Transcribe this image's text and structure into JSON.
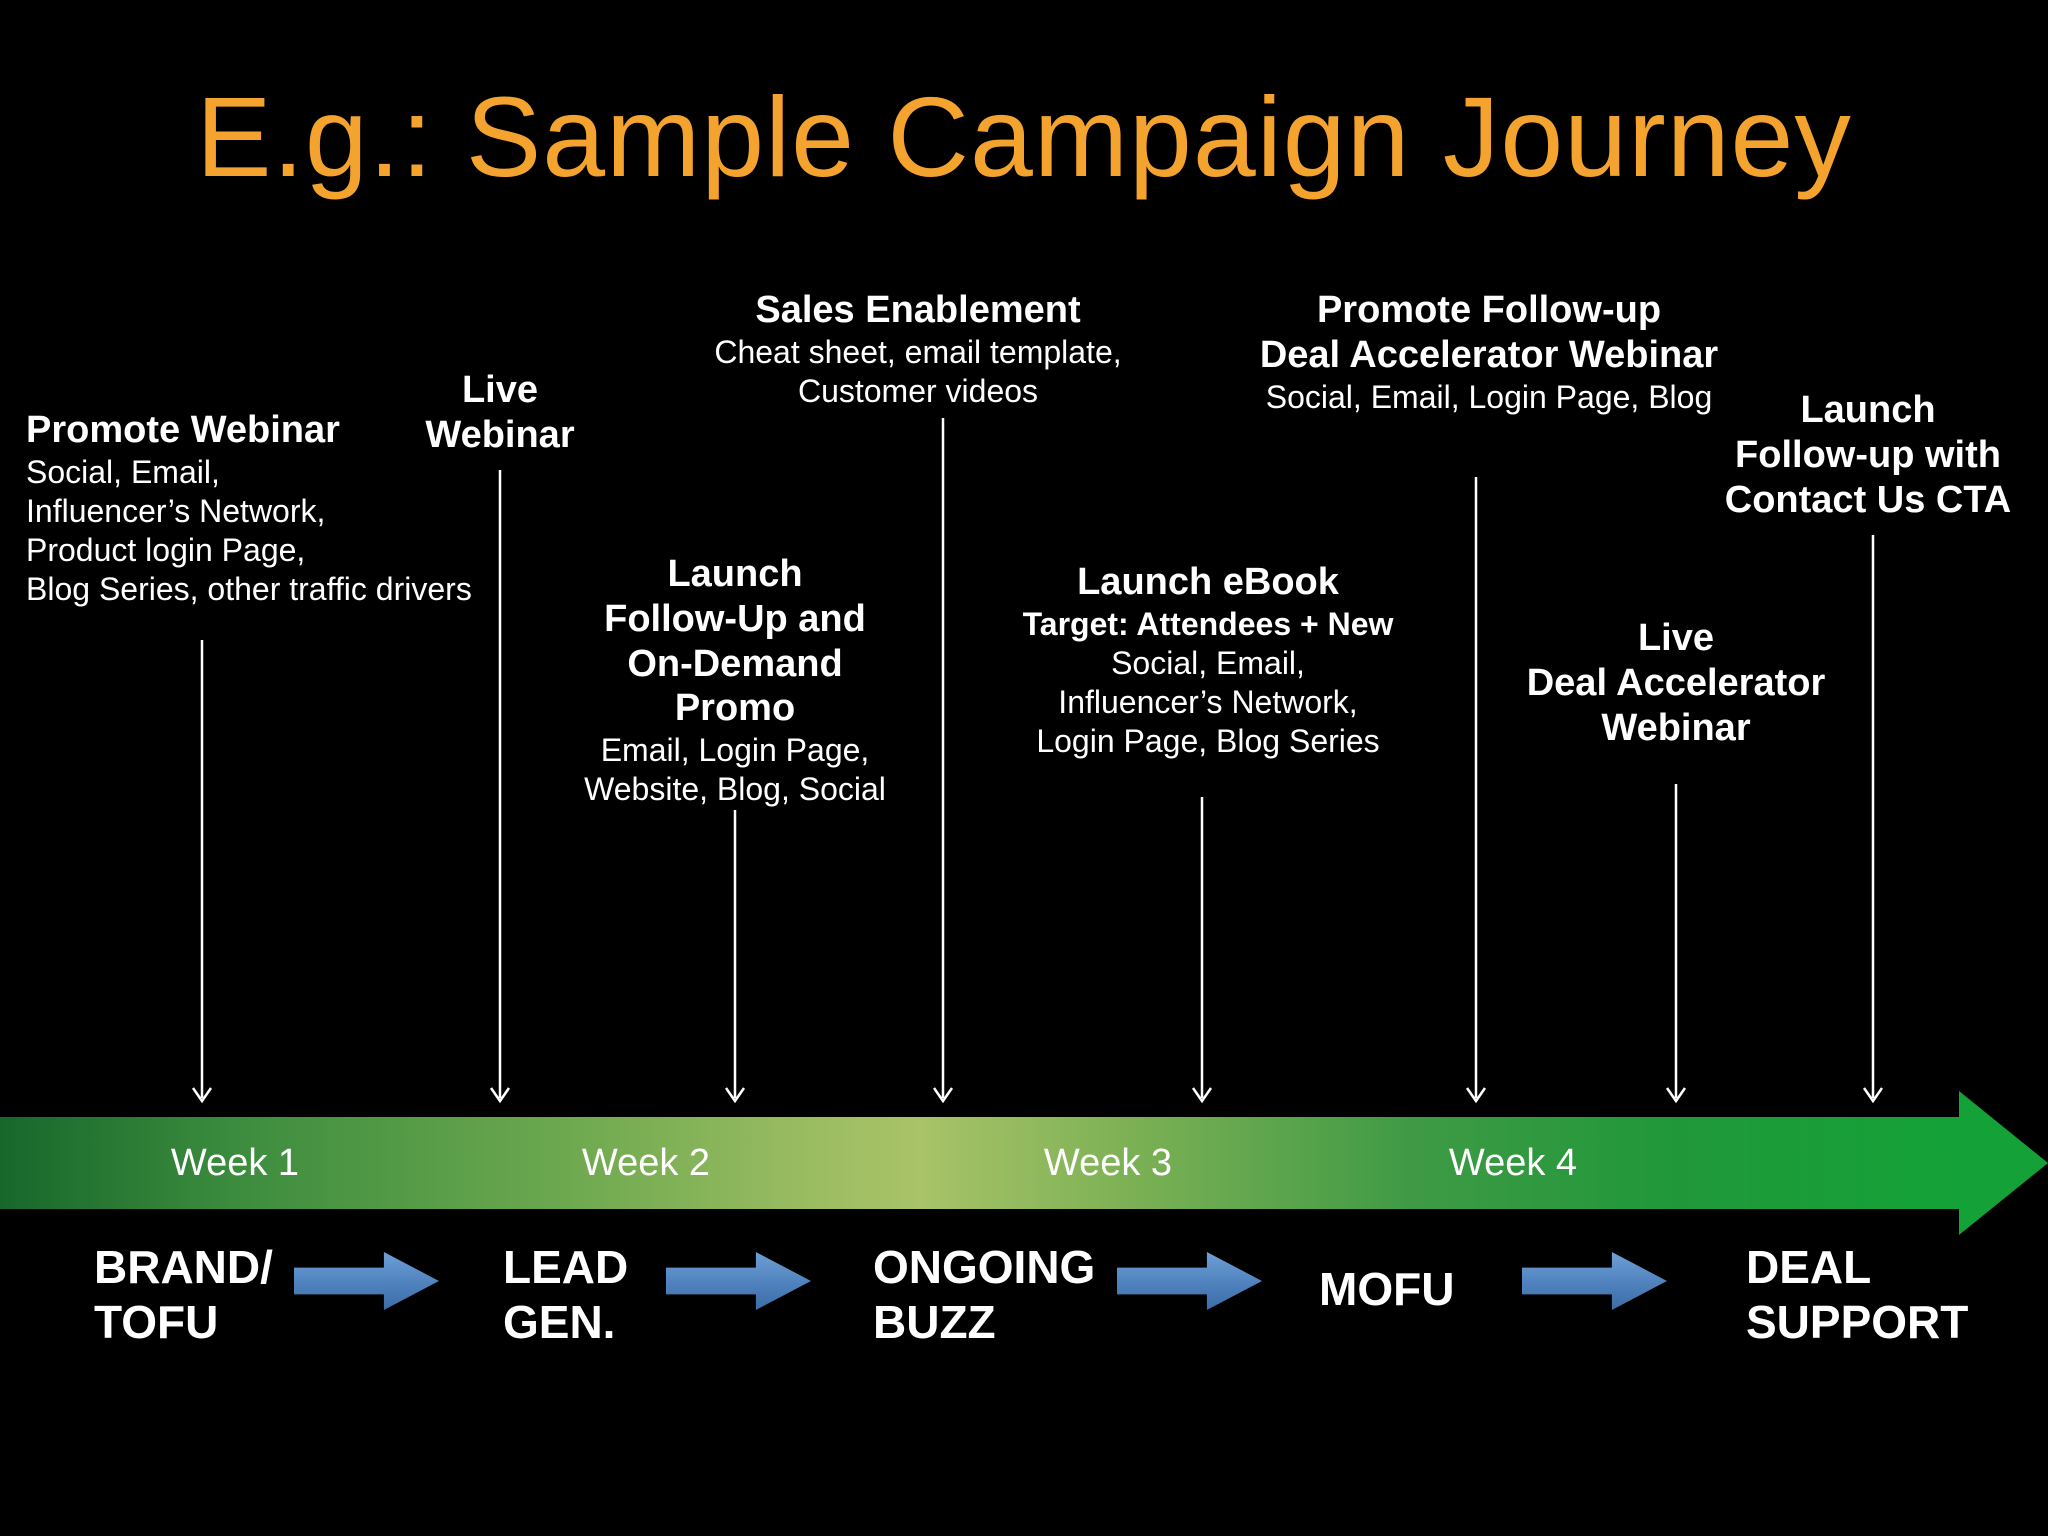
{
  "title": "E.g.: Sample Campaign Journey",
  "annotations": [
    {
      "heading": "Promote Webinar",
      "body": "Social, Email,\nInfluencer’s Network,\nProduct login Page,\nBlog Series, other traffic drivers"
    },
    {
      "heading": "Live\nWebinar",
      "body": ""
    },
    {
      "heading": "Sales Enablement",
      "body": "Cheat sheet, email template,\nCustomer videos"
    },
    {
      "heading": "Launch\nFollow-Up and\nOn-Demand\nPromo",
      "body": "Email, Login Page,\nWebsite, Blog, Social"
    },
    {
      "heading": "Launch eBook",
      "subheading": "Target: Attendees + New",
      "body": "Social, Email,\nInfluencer’s Network,\nLogin Page, Blog Series"
    },
    {
      "heading": "Promote Follow-up\nDeal Accelerator Webinar",
      "body": "Social, Email, Login Page, Blog"
    },
    {
      "heading": "Live\nDeal Accelerator\nWebinar",
      "body": ""
    },
    {
      "heading": "Launch\nFollow-up with\nContact Us CTA",
      "body": ""
    }
  ],
  "timeline": {
    "weeks": [
      "Week 1",
      "Week 2",
      "Week 3",
      "Week 4"
    ]
  },
  "stages": {
    "labels": [
      "BRAND/\nTOFU",
      "LEAD\nGEN.",
      "ONGOING\nBUZZ",
      "MOFU",
      "DEAL\nSUPPORT"
    ]
  },
  "colors": {
    "background": "#000000",
    "title_text": "#F3A32E",
    "annotation_text": "#FFFFFF",
    "timeline_green_dark": "#17672B",
    "timeline_green_light": "#A9C368",
    "timeline_arrowhead": "#14A238",
    "stage_arrow_blue": "#4F81BD"
  }
}
